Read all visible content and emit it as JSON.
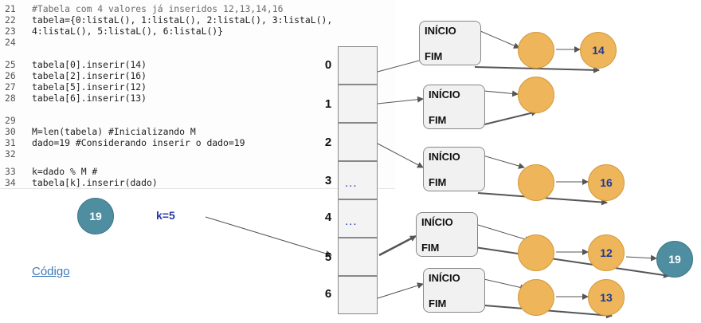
{
  "code": {
    "lines": [
      {
        "num": "21",
        "text": "#Tabela com 4 valores já inseridos 12,13,14,16"
      },
      {
        "num": "22",
        "text": "tabela={0:listaL(), 1:listaL(), 2:listaL(), 3:listaL(),"
      },
      {
        "num": "23",
        "text": "4:listaL(), 5:listaL(), 6:listaL()}"
      },
      {
        "num": "24",
        "text": ""
      },
      {
        "num": "25",
        "text": "tabela[0].inserir(14)"
      },
      {
        "num": "26",
        "text": "tabela[2].inserir(16)"
      },
      {
        "num": "27",
        "text": "tabela[5].inserir(12)"
      },
      {
        "num": "28",
        "text": "tabela[6].inserir(13)"
      },
      {
        "num": "29",
        "text": ""
      },
      {
        "num": "30",
        "text": "M=len(tabela) #Inicializando M"
      },
      {
        "num": "31",
        "text": "dado=19 #Considerando inserir o dado=19"
      },
      {
        "num": "32",
        "text": ""
      },
      {
        "num": "33",
        "text": "k=dado % M #"
      },
      {
        "num": "34",
        "text": "tabela[k].inserir(dado)"
      }
    ]
  },
  "new_value": "19",
  "k_label": "k=5",
  "code_link": "Código",
  "table": {
    "indices": [
      "0",
      "1",
      "2",
      "3",
      "4",
      "5",
      "6"
    ],
    "ellipsis": "...",
    "start_label": "INÍCIO",
    "end_label": "FIM"
  },
  "nodes": {
    "n0": "14",
    "n1": "",
    "n2": "16",
    "n5": "12",
    "n6": "13",
    "inserted": "19"
  },
  "colors": {
    "node_fill": "#eeb55a",
    "node_text": "#1f3a93",
    "new_node_fill": "#4f8ea0",
    "arrow": "#555555"
  }
}
